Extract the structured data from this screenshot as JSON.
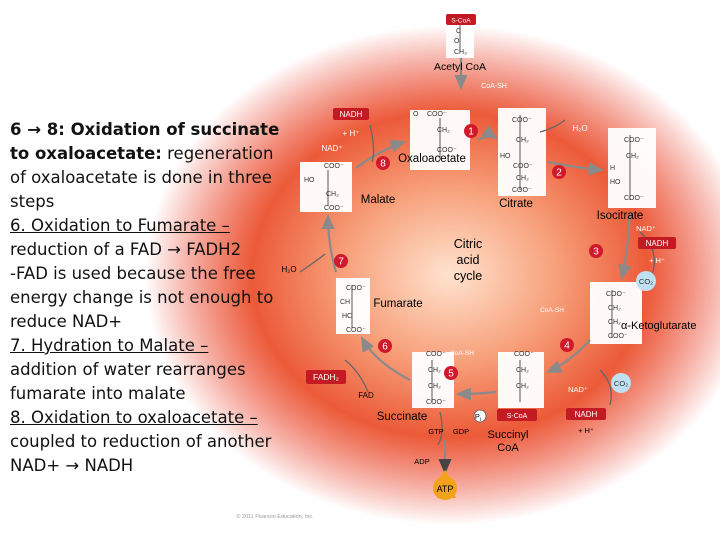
{
  "left_text": {
    "title_line1": "6 → 8: Oxidation of succinate",
    "title_line2_bold": "to oxaloacetate:",
    "title_line2_rest": "regeneration",
    "line3": "of oxaloacetate is done in three",
    "line4": "steps",
    "line5": "6. Oxidation to Fumarate –",
    "line6": "reduction of a FAD → FADH2",
    "line7": "-FAD is used because the free",
    "line8": "energy change is not enough to",
    "line9": "reduce NAD+",
    "line10": "7. Hydration to Malate –",
    "line11": "addition of water rearranges",
    "line12": "fumarate into malate",
    "line13": "8. Oxidation to oxaloacetate –",
    "line14": "coupled to reduction of another",
    "line15": "NAD+ → NADH"
  },
  "cycle": {
    "acetyl_coa_top": "S-CoA",
    "acetyl_coa": "Acetyl CoA",
    "coa_sh_top": "CoA-SH",
    "coa_sh_right": "CoA-SH",
    "coa_sh_bottom": "CoA-SH",
    "center": [
      "Citric",
      "acid",
      "cycle"
    ],
    "molecules": {
      "oxaloacetate": "Oxaloacetate",
      "citrate": "Citrate",
      "isocitrate": "Isocitrate",
      "ketoglutarate": "α-Ketoglutarate",
      "succinyl_coa": "Succinyl CoA",
      "succinate": "Succinate",
      "fumarate": "Fumarate",
      "malate": "Malate"
    },
    "steps": [
      "1",
      "2",
      "3",
      "4",
      "5",
      "6",
      "7",
      "8"
    ],
    "cofactors": {
      "nadh_8": "NADH",
      "h_plus_8": "+ H⁺",
      "nad_8": "NAD⁺",
      "h2o_1": "H₂O",
      "nad_3": "NAD⁺",
      "nadh_3": "NADH",
      "h_plus_3": "+ H⁺",
      "co2_3": "CO₂",
      "nad_4": "NAD⁺",
      "co2_4": "CO₂",
      "nadh_4": "NADH",
      "h_plus_4": "+ H⁺",
      "h2o_7": "H₂O",
      "fadh2": "FADH₂",
      "fad": "FAD",
      "gtp": "GTP",
      "gdp": "GDP",
      "pi": "P",
      "pi_sub": "i",
      "adp": "ADP",
      "atp": "ATP",
      "s_coa_succinyl": "S-CoA"
    },
    "copyright": "© 2011 Pearson Education, Inc.",
    "colors": {
      "glow": "#e8321e",
      "step_circle": "#d0192a",
      "cofactor_box": "#c41a24",
      "atp": "#f3a31b",
      "co2": "#bfe0f0",
      "arrow": "#8a8a8a"
    }
  }
}
